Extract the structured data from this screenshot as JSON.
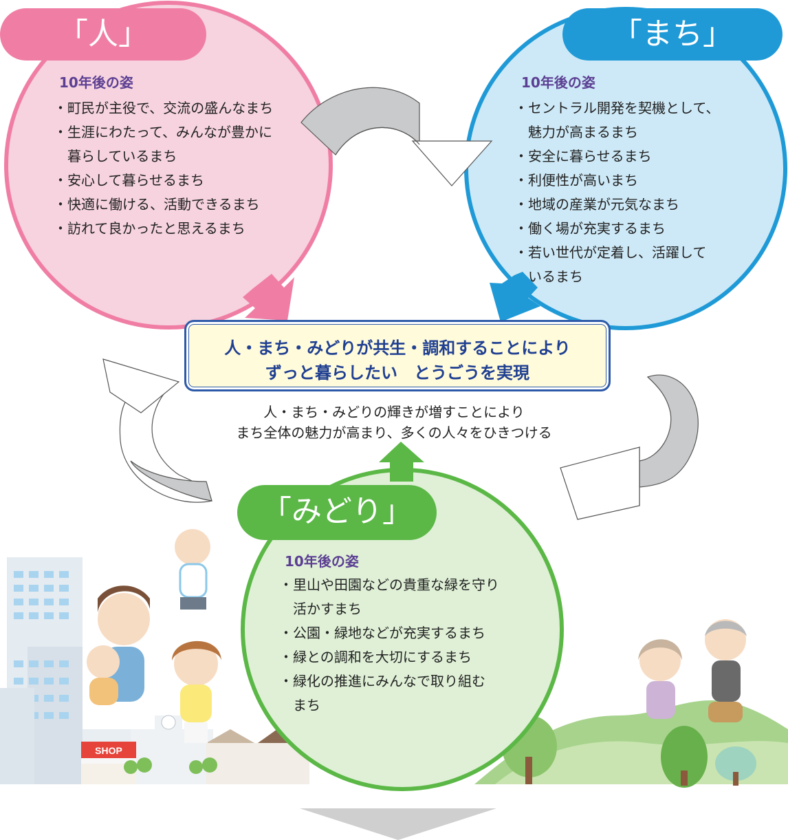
{
  "colors": {
    "hito": "#f07ea4",
    "machi": "#1f9ad7",
    "midori": "#5bb846",
    "center_border": "#2d5aa8",
    "center_fill": "#fffbdb",
    "heading": "#5c3f93",
    "arrow_gray": "#c9cacb"
  },
  "hito": {
    "title": "「人」",
    "heading": "10年後の姿",
    "items": [
      "・町民が主役で、交流の盛んなまち",
      "・生涯にわたって、みんなが豊かに",
      "　暮らしているまち",
      "・安心して暮らせるまち",
      "・快適に働ける、活動できるまち",
      "・訪れて良かったと思えるまち"
    ]
  },
  "machi": {
    "title": "「まち」",
    "heading": "10年後の姿",
    "items": [
      "・セントラル開発を契機として、",
      "　魅力が高まるまち",
      "・安全に暮らせるまち",
      "・利便性が高いまち",
      "・地域の産業が元気なまち",
      "・働く場が充実するまち",
      "・若い世代が定着し、活躍して",
      "　いるまち"
    ]
  },
  "midori": {
    "title": "「みどり」",
    "heading": "10年後の姿",
    "items": [
      "・里山や田園などの貴重な緑を守り",
      "　活かすまち",
      "・公園・緑地などが充実するまち",
      "・緑との調和を大切にするまち",
      "・緑化の推進にみんなで取り組む",
      "　まち"
    ]
  },
  "center": {
    "line1": "人・まち・みどりが共生・調和することにより",
    "line2": "ずっと暮らしたい　とうごうを実現"
  },
  "subtext": {
    "line1": "人・まち・みどりの輝きが増すことにより",
    "line2": "まち全体の魅力が高まり、多くの人々をひきつける"
  },
  "illustration": {
    "shop_sign": "SHOP"
  }
}
